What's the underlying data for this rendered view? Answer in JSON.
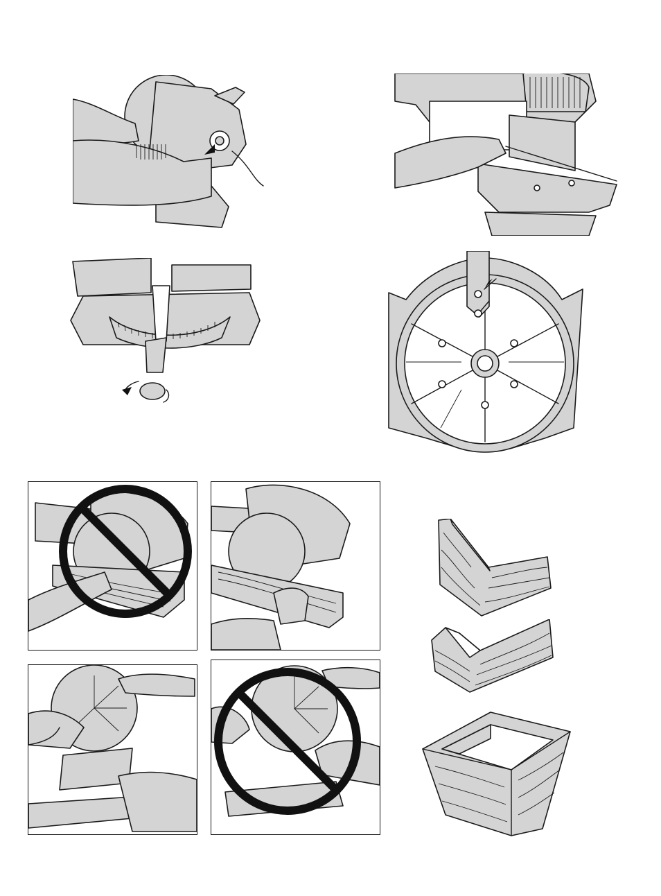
{
  "page": {
    "background": "#ffffff",
    "ink_color": "#1a1a1a",
    "fill_color": "#d4d4d4"
  },
  "figures": [
    {
      "id": "fig-1",
      "icon": "hands-releasing-lock-icon"
    },
    {
      "id": "fig-2",
      "icon": "hand-fence-square-icon"
    },
    {
      "id": "fig-3",
      "icon": "miter-table-knob-icon"
    },
    {
      "id": "fig-4",
      "icon": "blade-guard-screws-icon"
    },
    {
      "id": "fig-5",
      "icon": "incorrect-hand-position-icon",
      "prohibited": true
    },
    {
      "id": "fig-6",
      "icon": "correct-hand-position-icon",
      "prohibited": false
    },
    {
      "id": "fig-7",
      "icon": "correct-front-cut-icon",
      "prohibited": false
    },
    {
      "id": "fig-8",
      "icon": "incorrect-front-cut-icon",
      "prohibited": true
    },
    {
      "id": "fig-9",
      "icon": "picture-frame-joint-icon"
    },
    {
      "id": "fig-10",
      "icon": "shadow-box-joint-icon"
    },
    {
      "id": "fig-11",
      "icon": "box-joint-icon"
    }
  ]
}
